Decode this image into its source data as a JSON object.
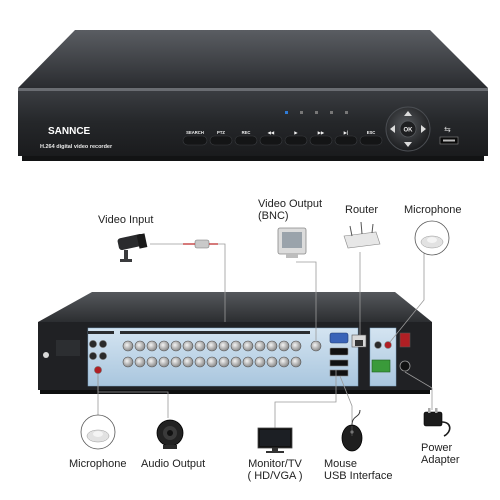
{
  "device": {
    "brand": "SANNCE",
    "model_text": "H.264 digital video recorder",
    "front_buttons": [
      "SEARCH",
      "PTZ",
      "REC",
      "",
      "",
      "",
      "",
      "ESC"
    ],
    "nav_center_label": "OK"
  },
  "callouts": {
    "video_input": "Video Input",
    "video_output_bnc_line1": "Video Output",
    "video_output_bnc_line2": "(BNC)",
    "router": "Router",
    "microphone_top": "Microphone",
    "microphone_bottom": "Microphone",
    "audio_output": "Audio Output",
    "monitor_line1": "Monitor/TV",
    "monitor_line2": "( HD/VGA )",
    "mouse_line1": "Mouse",
    "mouse_line2": "USB Interface",
    "power_line1": "Power",
    "power_line2": "Adapter"
  },
  "colors": {
    "chassis": "#2b2d30",
    "led_blue": "#2f7bd6",
    "panel_blue": "#b9d3e8",
    "terminal_green": "#3a9a3a",
    "leader_line": "#999999"
  }
}
